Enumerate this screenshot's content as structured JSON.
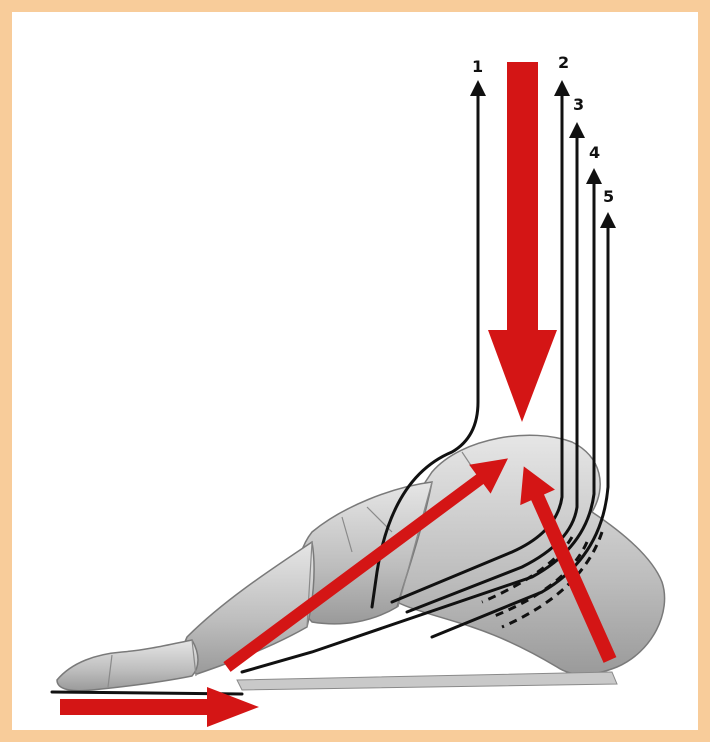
{
  "tendon_labels": [
    "1",
    "2",
    "3",
    "4",
    "5"
  ],
  "colors": {
    "frame": "#f8cc9a",
    "force_arrow": "#d41515",
    "tendon": "#111111",
    "bone": "#b9b9b9",
    "bone_shadow": "#8a8a8a"
  },
  "icons": [
    "tendon-arrow-icon",
    "force-arrow-icon"
  ]
}
